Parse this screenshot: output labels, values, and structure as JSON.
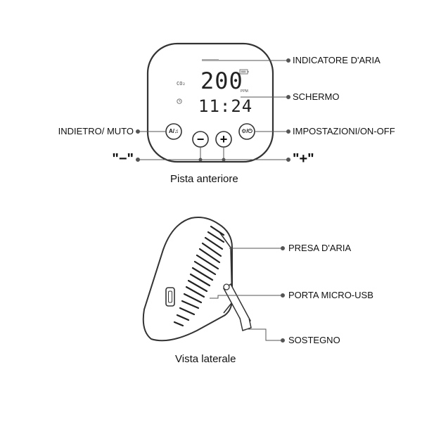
{
  "front_view": {
    "caption": "Pista anteriore",
    "display": {
      "co2_label": "CO₂",
      "value": "200",
      "unit": "PPM",
      "time": "11:24"
    },
    "buttons": {
      "back_mute_glyph": "A/♫",
      "minus_glyph": "−",
      "plus_glyph": "+",
      "settings_glyph": "⚙/⏻"
    },
    "labels": {
      "air_indicator": "INDICATORE D'ARIA",
      "screen": "SCHERMO",
      "back_mute": "INDIETRO/ MUTO",
      "settings_onoff": "IMPOSTAZIONI/ON-OFF",
      "minus": "\"−\"",
      "plus": "\"+\""
    }
  },
  "side_view": {
    "caption": "Vista laterale",
    "labels": {
      "air_intake": "PRESA D'ARIA",
      "micro_usb": "PORTA MICRO-USB",
      "stand": "SOSTEGNO"
    }
  },
  "colors": {
    "line": "#555555",
    "device_outline": "#333333",
    "screen_bg": "#ffffff"
  }
}
